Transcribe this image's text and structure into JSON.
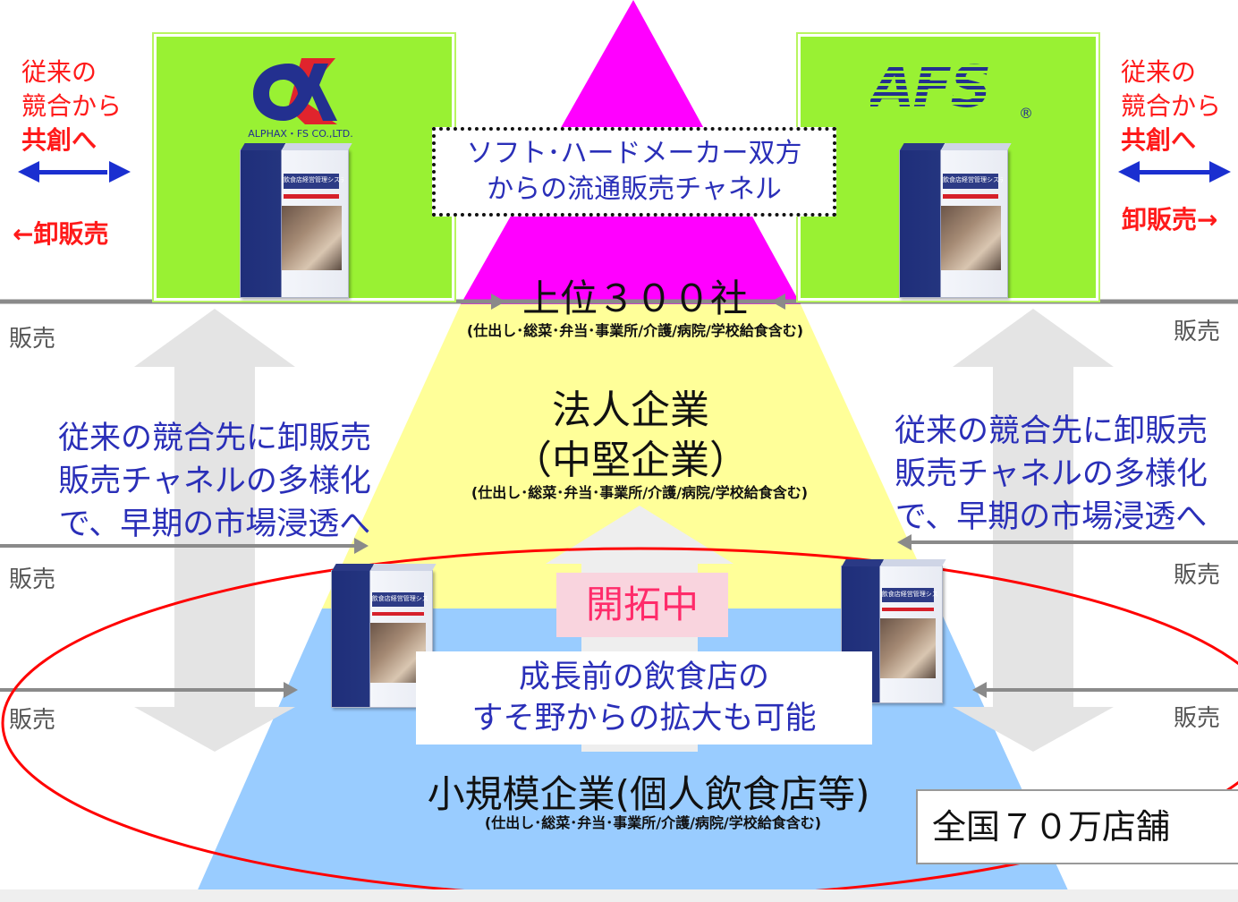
{
  "top_left": {
    "lines": [
      "従来の",
      "競合から",
      "共創へ"
    ],
    "wholesale": "←卸販売",
    "logo_caption": "ALPHAX・FS CO.,LTD."
  },
  "top_right": {
    "lines": [
      "従来の",
      "競合から",
      "共創へ"
    ],
    "wholesale": "卸販売→",
    "logo_text": "AFS",
    "logo_mark": "®"
  },
  "product_box_title": "飲食店経営管理システム",
  "channel_box": {
    "line1": "ソフト･ハードメーカー双方",
    "line2": "からの流通販売チャネル"
  },
  "sales_label": "販売",
  "tier_top": {
    "title": "上位３００社",
    "sub": "(仕出し･総菜･弁当･事業所/介護/病院/学校給食含む)"
  },
  "tier_mid": {
    "title1": "法人企業",
    "title2": "（中堅企業）",
    "sub": "(仕出し･総菜･弁当･事業所/介護/病院/学校給食含む)"
  },
  "tier_bottom": {
    "title": "小規模企業(個人飲食店等)",
    "sub": "(仕出し･総菜･弁当･事業所/介護/病院/学校給食含む)"
  },
  "left_message": [
    "従来の競合先に卸販売",
    "販売チャネルの多様化",
    "で、早期の市場浸透へ"
  ],
  "right_message": [
    "従来の競合先に卸販売",
    "販売チャネルの多様化",
    "で、早期の市場浸透へ"
  ],
  "developing": "開拓中",
  "growth": {
    "line1": "成長前の飲食店の",
    "line2": "すそ野からの拡大も可能"
  },
  "stores": "全国７０万店舗",
  "colors": {
    "tier_top": "#ff00ff",
    "tier_mid": "#ffff99",
    "tier_bottom": "#99ccff",
    "panel": "#99f133",
    "ellipse": "#ff0000",
    "text_blue": "#2a2fb8",
    "text_red": "#ff1a1a"
  }
}
